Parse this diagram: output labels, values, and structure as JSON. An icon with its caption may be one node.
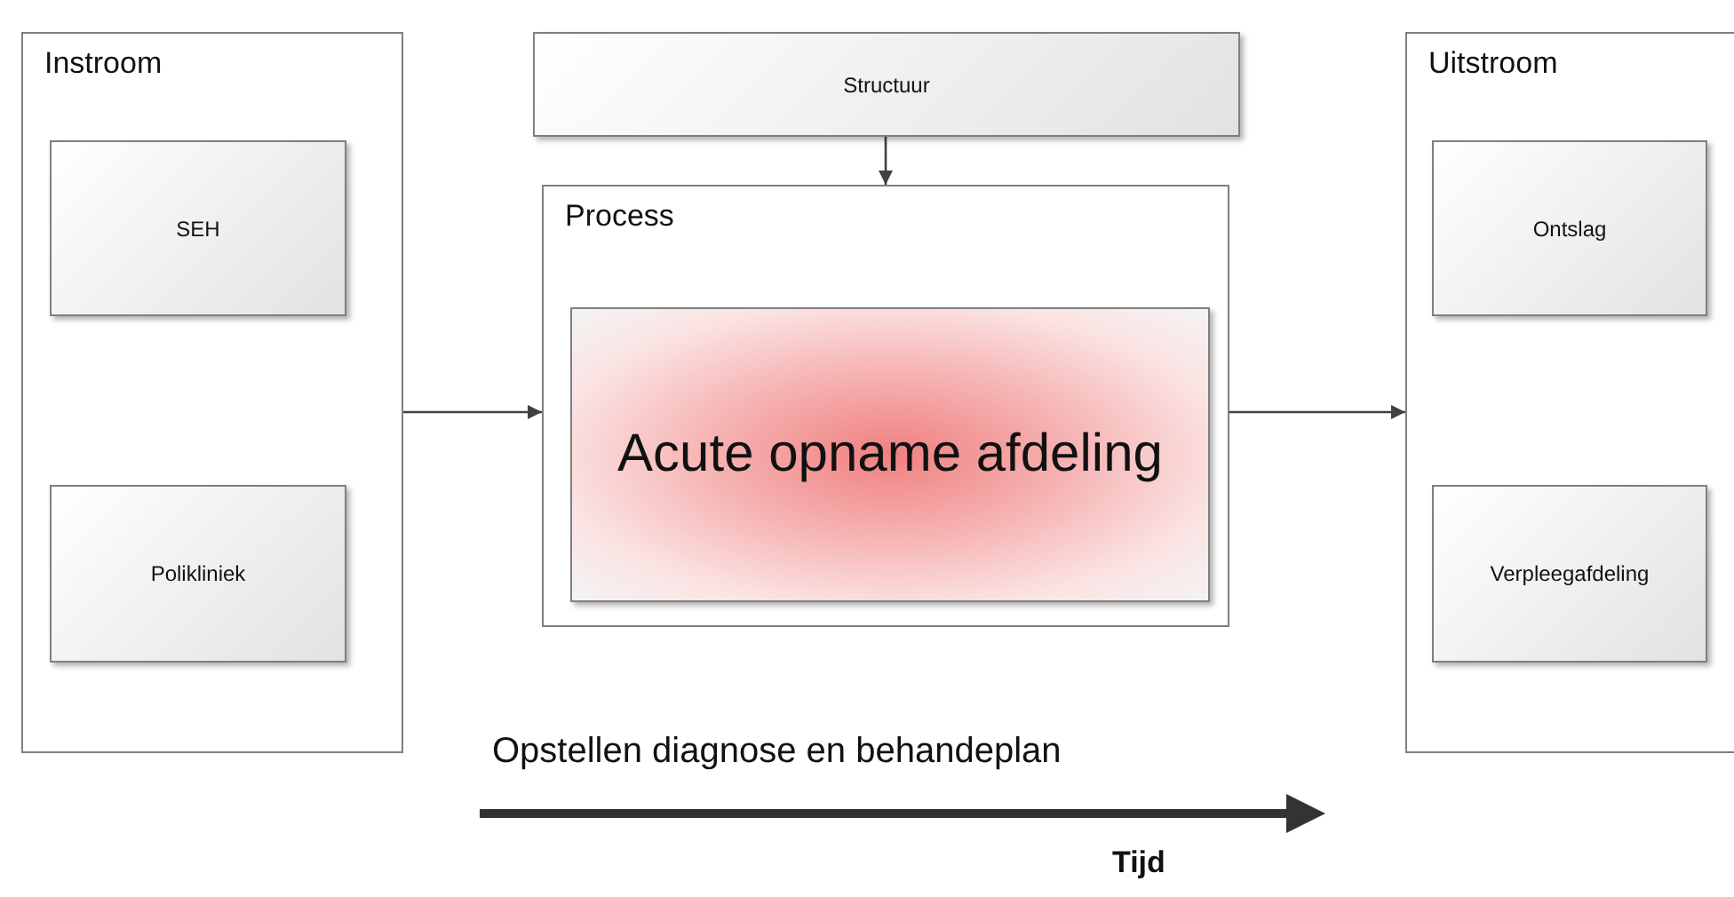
{
  "diagram": {
    "nodes": [
      {
        "text": [
          "Instroom"
        ]
      },
      {
        "text": [
          "SEH"
        ],
        "in": 0
      },
      {
        "text": [
          "Polikliniek"
        ],
        "in": 0
      },
      {
        "text": [
          "Structuur"
        ]
      },
      {
        "text": [
          "Process"
        ]
      },
      {
        "text": [
          "Acute opname afdeling"
        ],
        "in": 4
      },
      {
        "text": [
          "Uitstroom"
        ]
      },
      {
        "text": [
          "Ontslag"
        ],
        "in": 6
      },
      {
        "text": [
          "Verpleegafdeling"
        ],
        "in": 6
      }
    ],
    "edges": [
      {
        "from": 3,
        "to": 4,
        "arrow": "to"
      },
      {
        "from": 0,
        "to": 4,
        "arrow": "to"
      },
      {
        "from": 4,
        "to": 6,
        "arrow": "to"
      }
    ],
    "labels": [
      "Opstellen diagnose en behandeplan",
      "Tijd"
    ]
  }
}
